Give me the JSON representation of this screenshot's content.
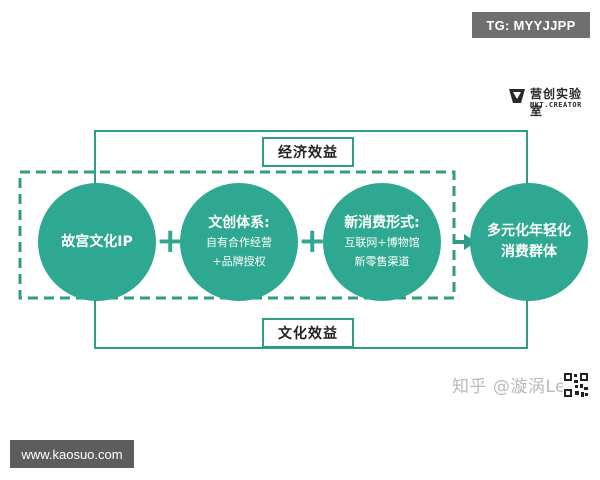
{
  "tag": "TG: MYYJJPP",
  "url": "www.kaosuo.com",
  "logo": {
    "cn": "营创实验室",
    "en": "MKT.CREATOR"
  },
  "labels": {
    "top": "经济效益",
    "bottom": "文化效益"
  },
  "circles": [
    {
      "title": "故宫文化IP",
      "lines": []
    },
    {
      "title": "文创体系:",
      "lines": [
        "自有合作经营",
        "+品牌授权"
      ]
    },
    {
      "title": "新消费形式:",
      "lines": [
        "互联网+博物馆",
        "新零售渠道"
      ]
    },
    {
      "title": "多元化年轻化",
      "lines": [
        "消费群体"
      ]
    }
  ],
  "plus": "+",
  "watermark": "知乎 @漩涡Leon",
  "colors": {
    "teal": "#2ea890",
    "frame": "#2f9c86"
  }
}
